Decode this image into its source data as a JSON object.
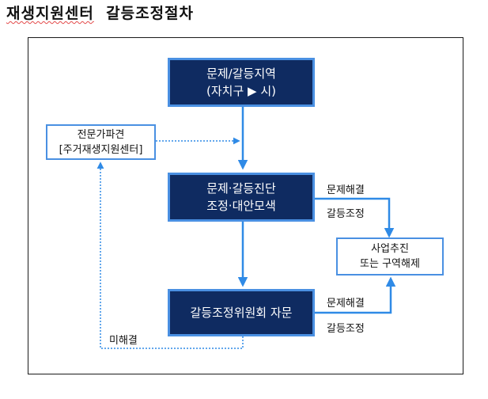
{
  "title": {
    "part1": "재생지원센터",
    "part2": "갈등조정절차"
  },
  "nodes": {
    "region": {
      "line1": "문제/갈등지역",
      "line2": "(자치구 ▶ 시)"
    },
    "expert": {
      "line1": "전문가파견",
      "line2": "[주거재생지원센터]"
    },
    "diagnosis": {
      "line1": "문제·갈등진단",
      "line2": "조정·대안모색"
    },
    "result": {
      "line1": "사업추진",
      "line2": "또는 구역해제"
    },
    "committee": {
      "line1": "갈등조정위원회 자문"
    }
  },
  "labels": {
    "solved1": "문제해결",
    "mediation1": "갈등조정",
    "solved2": "문제해결",
    "mediation2": "갈등조정",
    "unresolved": "미해결"
  },
  "colors": {
    "node_fill": "#0f2b61",
    "node_border": "#4a90e2",
    "arrow": "#2f8ae6"
  }
}
